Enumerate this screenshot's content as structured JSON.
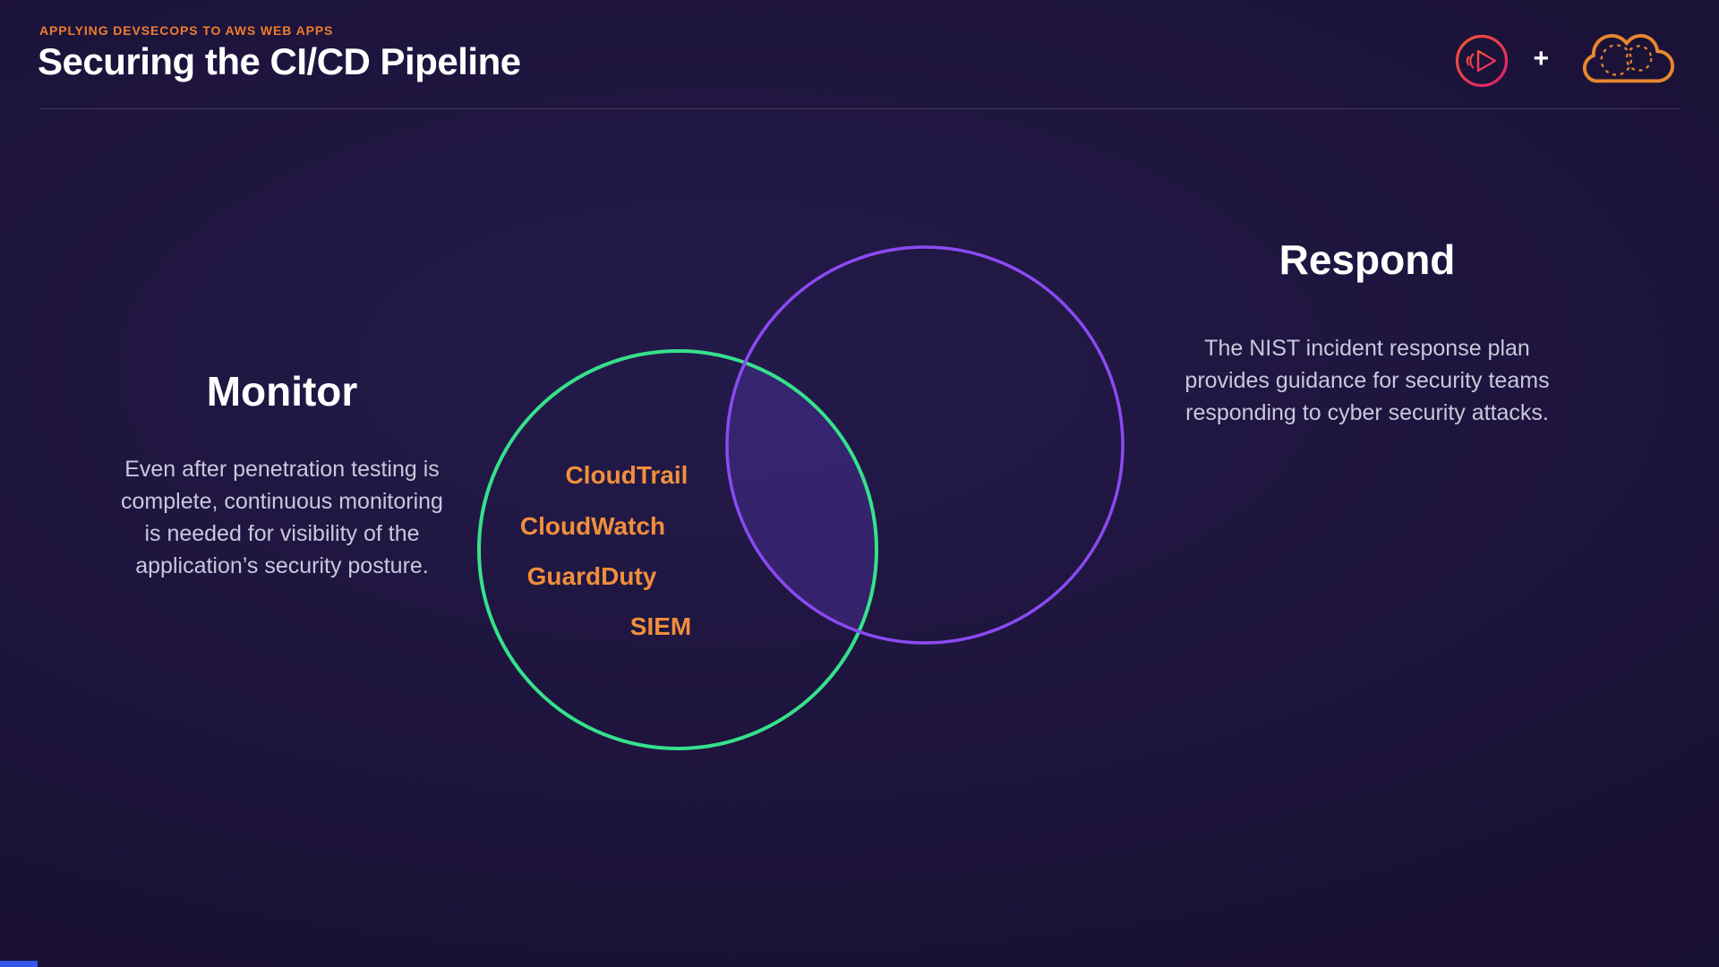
{
  "header": {
    "eyebrow": "APPLYING DEVSECOPS TO AWS WEB APPS",
    "title": "Securing the CI/CD Pipeline",
    "plus": "+"
  },
  "icons": {
    "pluralsight_logo": "play-triangle-in-circle",
    "aws_cloud_logo": "cloud-outline"
  },
  "sections": {
    "monitor": {
      "heading": "Monitor",
      "body": "Even after penetration testing is complete, continuous monitoring is needed for visibility of the application’s security posture."
    },
    "respond": {
      "heading": "Respond",
      "body": "The NIST incident response plan provides guidance for security teams responding to cyber security attacks."
    }
  },
  "venn": {
    "monitor_circle": {
      "stroke_color": "#36e18c",
      "items": [
        "CloudTrail",
        "CloudWatch",
        "GuardDuty",
        "SIEM"
      ]
    },
    "respond_circle": {
      "stroke_color": "#8b4af2"
    },
    "overlap_fill": "rgba(124,77,255,0.22)",
    "item_color": "#f08f3c"
  },
  "colors": {
    "background_top": "#241a4a",
    "background_bottom": "#140c29",
    "eyebrow": "#ef7d30",
    "title": "#ffffff",
    "body_text": "#c9c8dc",
    "progress_bar": "#3156e8"
  }
}
